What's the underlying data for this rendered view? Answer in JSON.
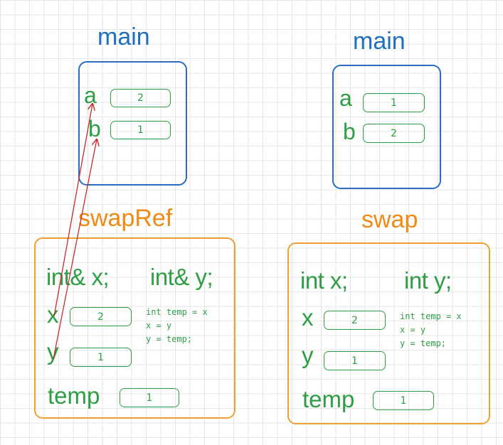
{
  "colors": {
    "main_title": "#1f6fbf",
    "main_frame": "#2a6cc4",
    "func_title": "#ef8a17",
    "func_frame": "#f0a030",
    "variables": "#2e9e45",
    "reference_arrow": "#cc2a2a",
    "grid": "#e6e6e6"
  },
  "left": {
    "main": {
      "title": "main",
      "a_label": "a",
      "a_value": "2",
      "b_label": "b",
      "b_value": "1"
    },
    "func": {
      "title": "swapRef",
      "decl_x": "int& x;",
      "decl_y": "int& y;",
      "x_label": "x",
      "x_value": "2",
      "y_label": "y",
      "y_value": "1",
      "temp_label": "temp",
      "temp_value": "1",
      "code": [
        "int temp = x",
        "x = y",
        "y = temp;"
      ]
    }
  },
  "right": {
    "main": {
      "title": "main",
      "a_label": "a",
      "a_value": "1",
      "b_label": "b",
      "b_value": "2"
    },
    "func": {
      "title": "swap",
      "decl_x": "int x;",
      "decl_y": "int y;",
      "x_label": "x",
      "x_value": "2",
      "y_label": "y",
      "y_value": "1",
      "temp_label": "temp",
      "temp_value": "1",
      "code": [
        "int temp = x",
        "x = y",
        "y = temp;"
      ]
    }
  }
}
